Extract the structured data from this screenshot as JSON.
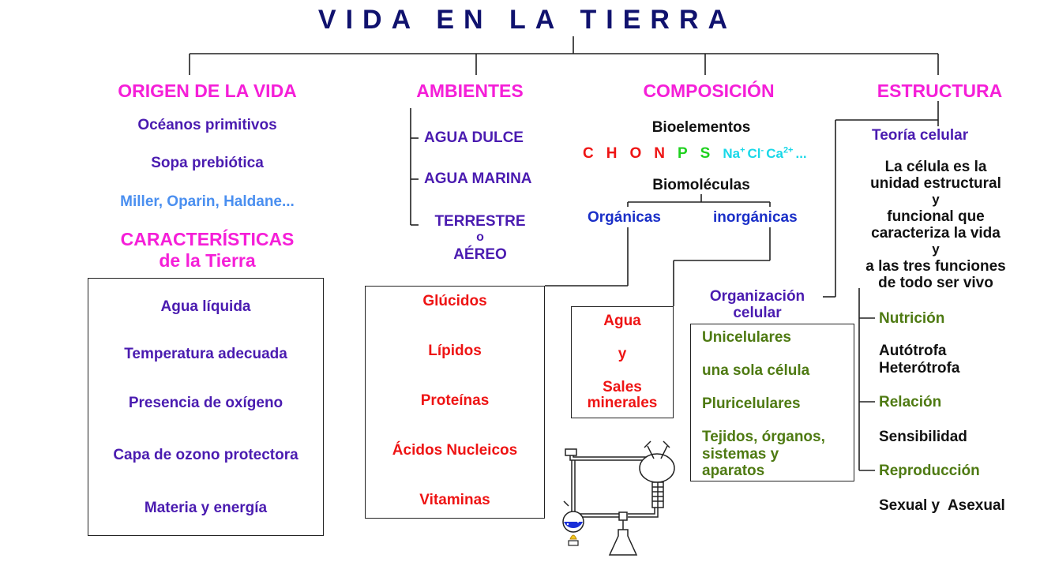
{
  "title": "VIDA EN LA TIERRA",
  "origen": {
    "heading": "ORIGEN DE LA VIDA",
    "items": [
      "Océanos primitivos",
      "Sopa prebiótica",
      "Miller, Oparin, Haldane..."
    ]
  },
  "caracteristicas": {
    "heading1": "CARACTERÍSTICAS",
    "heading2": "de la Tierra",
    "items": [
      "Agua líquida",
      "Temperatura adecuada",
      "Presencia de oxígeno",
      "Capa de ozono protectora",
      "Materia y energía"
    ]
  },
  "ambientes": {
    "heading": "AMBIENTES",
    "items": [
      "AGUA DULCE",
      "AGUA MARINA",
      "TERRESTRE",
      "o",
      "AÉREO"
    ]
  },
  "composicion": {
    "heading": "COMPOSICIÓN",
    "bioelementos": "Bioelementos",
    "elements": [
      {
        "symbol": "C",
        "color": "#ee1414"
      },
      {
        "symbol": "H",
        "color": "#ee1414"
      },
      {
        "symbol": "O",
        "color": "#ee1414"
      },
      {
        "symbol": "N",
        "color": "#ee1414"
      },
      {
        "symbol": "P",
        "color": "#1fd11f"
      },
      {
        "symbol": "S",
        "color": "#1fd11f"
      }
    ],
    "ions": [
      {
        "base": "Na",
        "charge": "+"
      },
      {
        "base": "Cl",
        "charge": "-"
      },
      {
        "base": "Ca",
        "charge": "2+"
      },
      {
        "base": "...",
        "charge": ""
      }
    ],
    "ions_color": "#18d8e8",
    "biomoleculas": "Biomoléculas",
    "organicas": "Orgánicas",
    "inorganicas": "inorgánicas",
    "organicas_items": [
      "Glúcidos",
      "Lípidos",
      "Proteínas",
      "Ácidos Nucleicos",
      "Vitaminas"
    ],
    "inorganicas_items": [
      "Agua",
      "y",
      "Sales",
      "minerales"
    ]
  },
  "estructura": {
    "heading": "ESTRUCTURA",
    "teoria": "Teoría celular",
    "teoria_lines": [
      "La célula es la",
      "unidad estructural",
      "y",
      "funcional que",
      "caracteriza la vida",
      "y",
      "a las tres funciones",
      "de todo ser vivo"
    ],
    "organizacion": [
      "Organización",
      "celular"
    ],
    "organizacion_items": [
      "Unicelulares",
      "una sola célula",
      "Pluricelulares",
      "Tejidos, órganos,",
      "sistemas y",
      "aparatos"
    ],
    "funciones": [
      {
        "name": "Nutrición",
        "detail": [
          "Autótrofa",
          "Heterótrofa"
        ]
      },
      {
        "name": "Relación",
        "detail": [
          "Sensibilidad"
        ]
      },
      {
        "name": "Reproducción",
        "detail": [
          "Sexual y  Asexual"
        ]
      }
    ]
  },
  "icon": "miller-experiment-apparatus-icon"
}
